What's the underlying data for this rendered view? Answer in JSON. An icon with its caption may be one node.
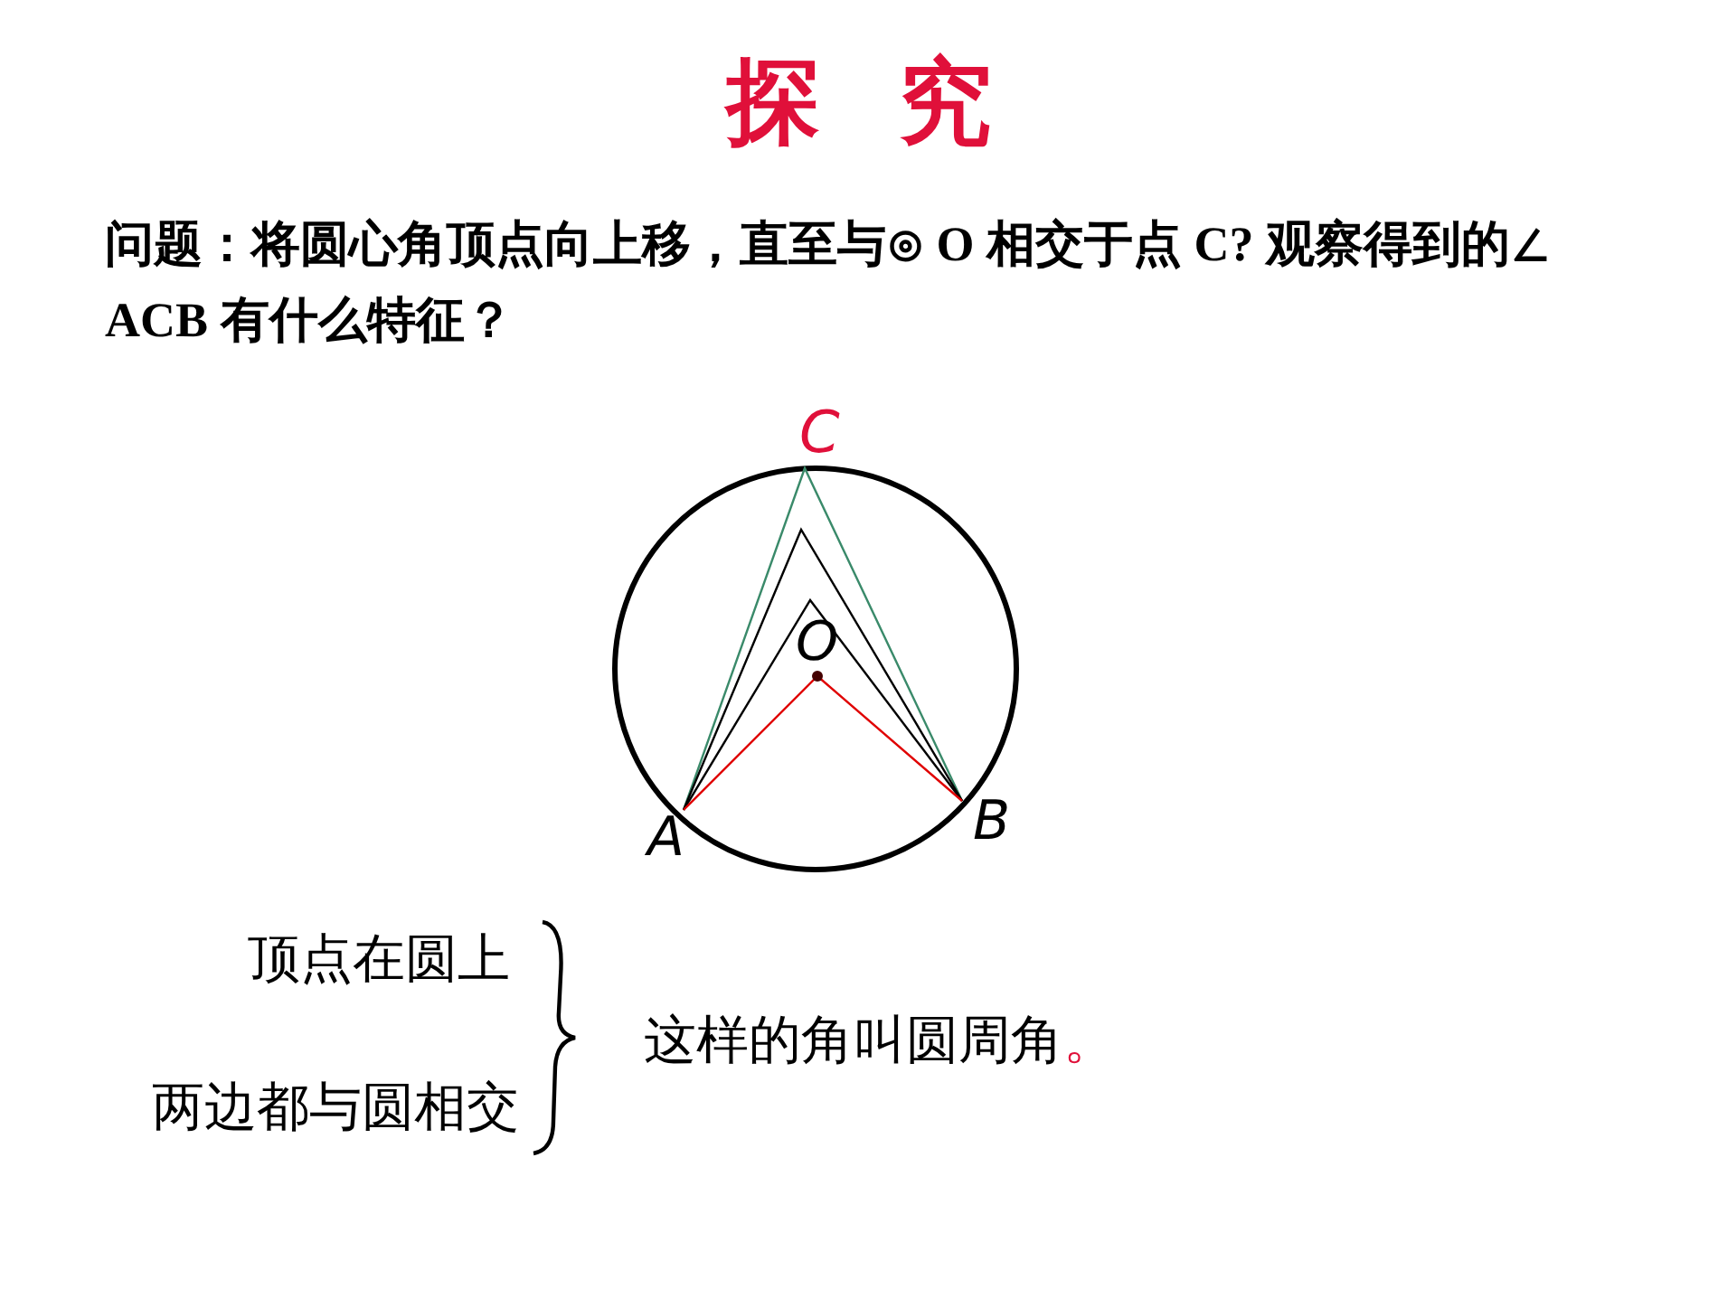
{
  "diagram": {
    "title": "探 究",
    "labels": [
      "问题：将圆心角顶点向上移，直至与⊙ O 相交于点 C? 观察得到的∠ ACB 有什么特征？",
      "C",
      "O",
      "A",
      "B",
      "顶点在圆上",
      "两边都与圆相交",
      "这样的角叫圆周角。"
    ]
  }
}
